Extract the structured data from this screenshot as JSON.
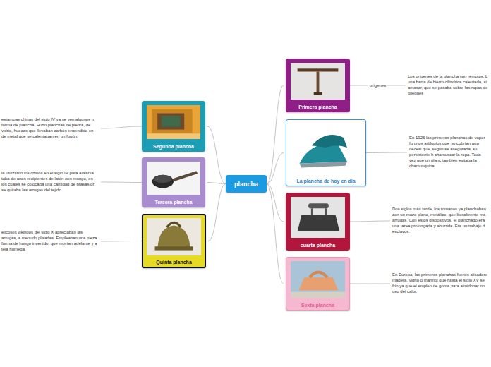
{
  "diagram": {
    "nodes": [
      {
        "text": [
          "plancha"
        ]
      },
      {
        "text": [
          "Segunda plancha"
        ]
      },
      {
        "text": [
          "estampas chinas del siglo IV ya se ven algunos n forma de plancha. Hubo planchas de piedra, de vidrio, huecas que llevaban carbón encendido en de metal que se calentaban en un fogón."
        ]
      },
      {
        "text": [
          "Tercera plancha"
        ]
      },
      {
        "text": [
          "la utilizaron los chinos en el siglo IV para alisar la taba de unos recipientes de latón con mango, en los cuales se colocaba una cantidad de brasas or se quitaba las arrugas del tejido."
        ]
      },
      {
        "text": [
          "Quinta plancha"
        ]
      },
      {
        "text": [
          "elicosos vikingos del siglo X apreciaban las arrugas, a menudo plisadas. Empleaban una pieza forma de hongo invertido, que movían adelante y a tela húmeda."
        ]
      },
      {
        "text": [
          "Primera plancha"
        ]
      },
      {
        "text": [
          "Los orígenes de la plancha son remotos. L una barra de hierro cilíndrica calentada, si amasar, que se pasaba sobre las ropas de pliegues"
        ]
      },
      {
        "text": [
          "La plancha de hoy en dia"
        ]
      },
      {
        "text": [
          "En 1926 las primeras planchas de vapor fu unos artilugios que no cubrían una necesi que, según se aseguraba, su persistente h chamuscar la ropa. Toda vez que un planc también evitaba la chamusquina"
        ]
      },
      {
        "text": [
          "cuarta plancha"
        ]
      },
      {
        "text": [
          "Dos siglos más tarde, los romanos ya planchaban con un mazo plano, metálico, que literalmente ma arrugas. Con estos dispositivos, el planchado era una tarea prolongada y aburrida. Era un trabajo d esclavos."
        ]
      },
      {
        "text": [
          "Sexta plancha"
        ]
      },
      {
        "text": [
          "En Europa, las primeras planchas fueron alisadore madera, vidrio o mármol que hasta el siglo XV se frío ya que el empleo de goma para almidonar no uso del calor."
        ]
      }
    ],
    "edges": [
      {
        "from": 0,
        "to": 1,
        "arrow": "none"
      },
      {
        "from": 0,
        "to": 3,
        "arrow": "none"
      },
      {
        "from": 0,
        "to": 5,
        "arrow": "none"
      },
      {
        "from": 0,
        "to": 7,
        "arrow": "none"
      },
      {
        "from": 0,
        "to": 9,
        "arrow": "none"
      },
      {
        "from": 0,
        "to": 11,
        "arrow": "none"
      },
      {
        "from": 0,
        "to": 13,
        "arrow": "none"
      },
      {
        "from": 1,
        "to": 2,
        "arrow": "none"
      },
      {
        "from": 3,
        "to": 4,
        "arrow": "none"
      },
      {
        "from": 5,
        "to": 6,
        "arrow": "none"
      },
      {
        "from": 7,
        "to": 8,
        "label": "orígenes",
        "arrow": "none"
      },
      {
        "from": 9,
        "to": 10,
        "arrow": "none"
      },
      {
        "from": 11,
        "to": 12,
        "arrow": "none"
      },
      {
        "from": 13,
        "to": 14,
        "arrow": "none"
      }
    ]
  }
}
